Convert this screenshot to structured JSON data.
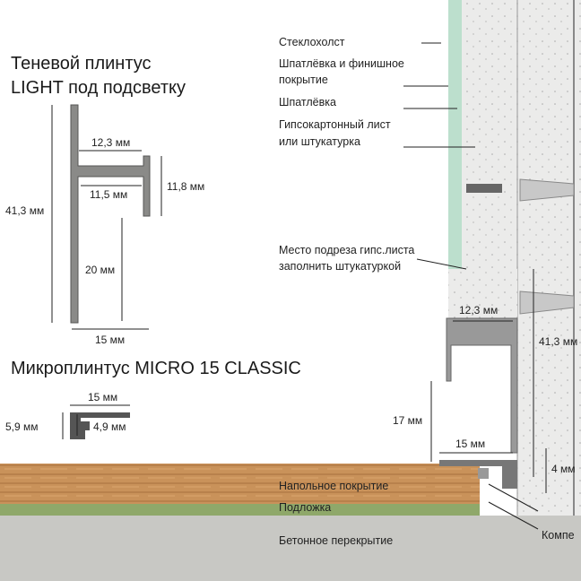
{
  "titles": {
    "light": [
      "Теневой плинтус",
      "LIGHT под подсветку"
    ],
    "micro": "Микроплинтус MICRO 15 CLASSIC"
  },
  "light_dims": {
    "height": "41,3 мм",
    "top_width": "12,3 мм",
    "inner_width": "11,5 мм",
    "channel_height": "11,8 мм",
    "lower": "20 мм",
    "base": "15 мм"
  },
  "micro_dims": {
    "width": "15 мм",
    "height": "5,9 мм",
    "inner": "4,9 мм"
  },
  "layers": {
    "glass_fiber": "Стеклохолст",
    "putty_finish": [
      "Шпатлёвка и финишное",
      "покрытие"
    ],
    "putty": "Шпатлёвка",
    "drywall": [
      "Гипсокартонный лист",
      "или штукатурка"
    ],
    "cut": [
      "Место подреза гипс.листа",
      "заполнить штукатуркой"
    ],
    "floor": "Напольное покрытие",
    "underlay": "Подложка",
    "concrete": "Бетонное перекрытие",
    "compensator": "Компе"
  },
  "install_dims": {
    "width_top": "12,3 мм",
    "height": "41,3 мм",
    "gap": "17 мм",
    "micro_width": "15 мм",
    "micro_h": "4 мм"
  },
  "colors": {
    "wood": "#c9925a",
    "underlay": "#8fa86a",
    "concrete": "#c8c8c4",
    "plaster": "#ececea",
    "glass": "#9fd2b8",
    "profile": "#8a8a88"
  }
}
